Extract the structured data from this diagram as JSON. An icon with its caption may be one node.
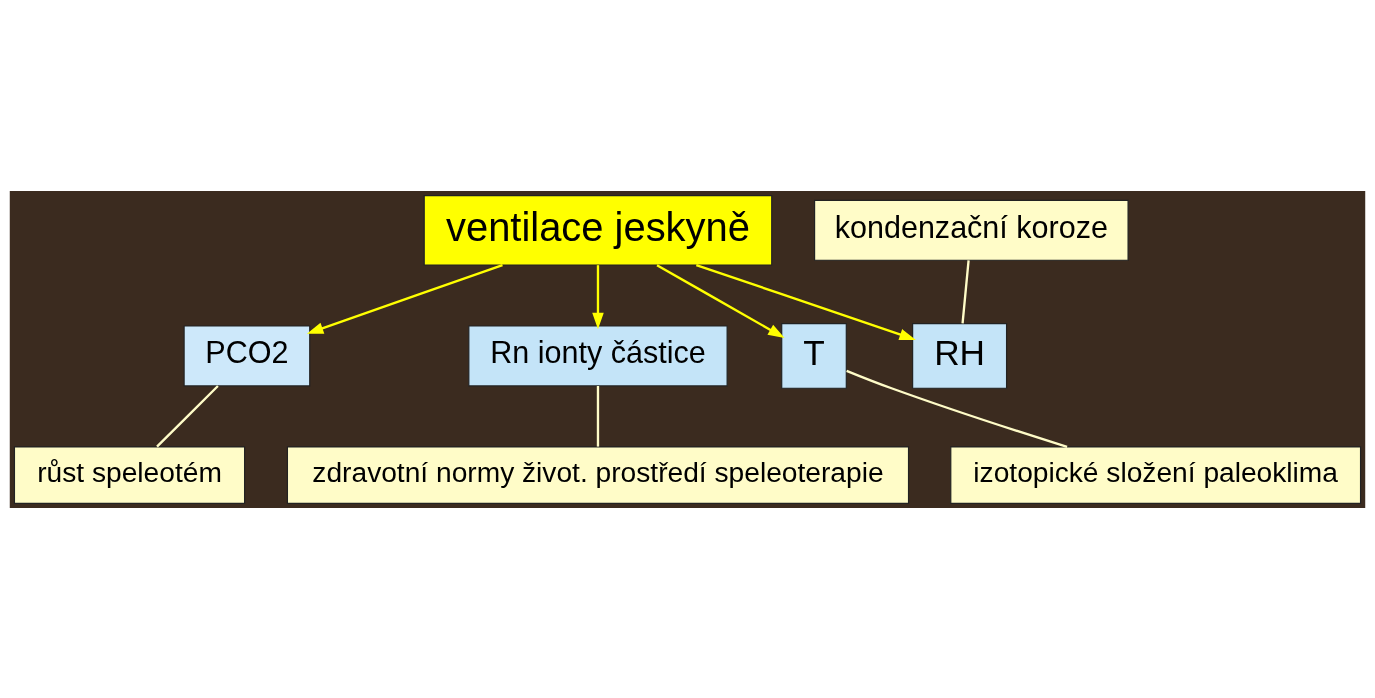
{
  "diagram": {
    "nodes": [
      {
        "text": [
          "ventilace jeskyně"
        ]
      },
      {
        "text": [
          "kondenzační koroze"
        ]
      },
      {
        "text": [
          "PCO2"
        ]
      },
      {
        "text": [
          "Rn ionty částice"
        ]
      },
      {
        "text": [
          "T"
        ]
      },
      {
        "text": [
          "RH"
        ]
      },
      {
        "text": [
          "izotopické složení paleoklima"
        ]
      },
      {
        "text": [
          "růst speleotém"
        ]
      },
      {
        "text": [
          "zdravotní normy život. prostředí speleoterapie"
        ]
      }
    ],
    "edges": [
      {
        "from": 0,
        "to": 2,
        "arrow": "to",
        "color": "#ffff00"
      },
      {
        "from": 0,
        "to": 3,
        "arrow": "to",
        "color": "#ffff00"
      },
      {
        "from": 0,
        "to": 4,
        "arrow": "to",
        "color": "#ffff00"
      },
      {
        "from": 0,
        "to": 5,
        "arrow": "to",
        "color": "#ffff00"
      },
      {
        "from": 1,
        "to": 5,
        "arrow": "none",
        "color": "#fffcc8"
      },
      {
        "from": 7,
        "to": 2,
        "arrow": "none",
        "color": "#fffcc8"
      },
      {
        "from": 8,
        "to": 3,
        "arrow": "none",
        "color": "#fffcc8"
      },
      {
        "from": 6,
        "to": 4,
        "arrow": "none",
        "color": "#fffcc8"
      }
    ]
  }
}
